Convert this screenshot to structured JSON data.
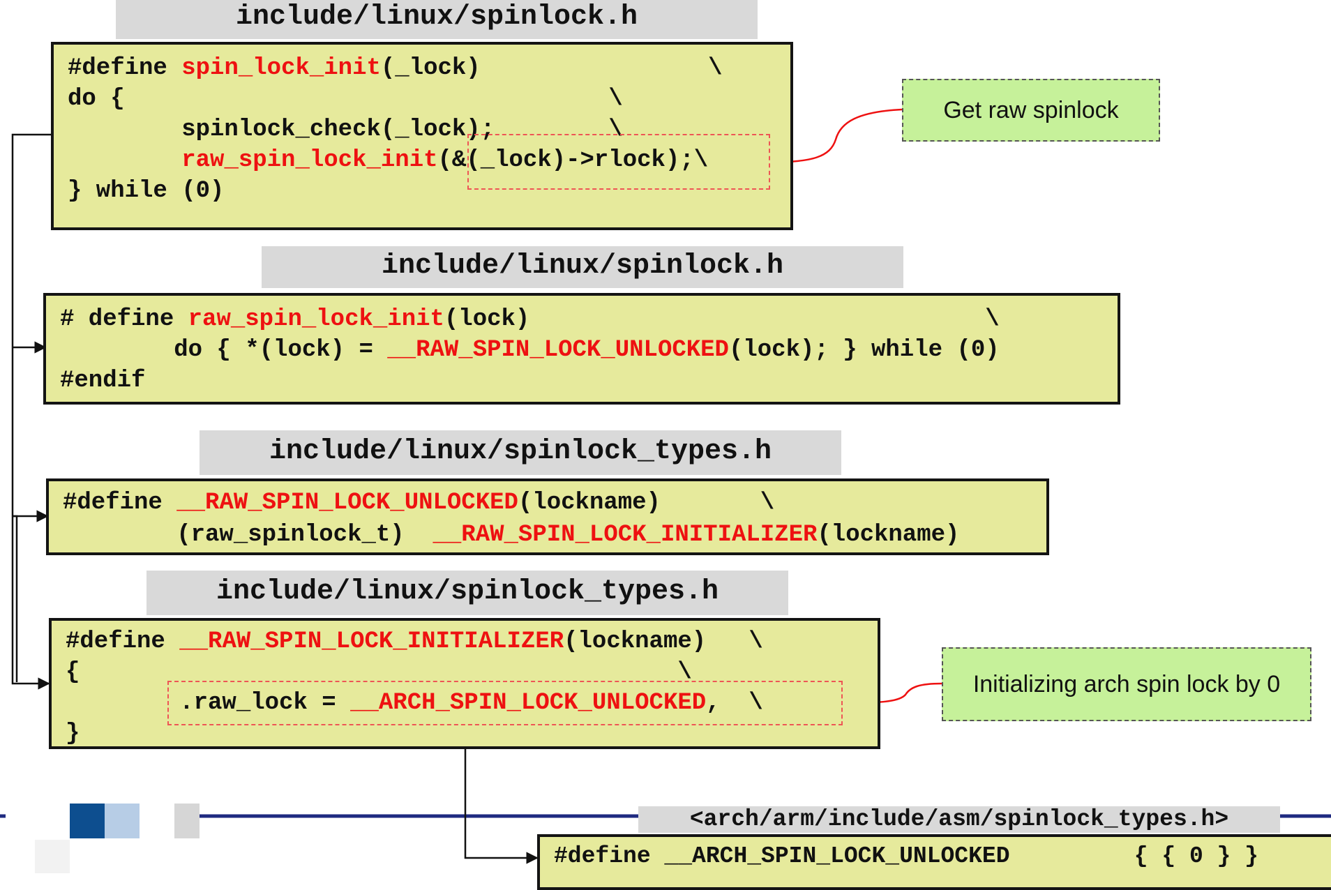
{
  "colors": {
    "box_fill": "#e6ea9c",
    "label_fill": "#d9d9d9",
    "highlight": "#ee1111",
    "note_fill": "#c6f19a",
    "slide_bar": "#1f2a80",
    "square_dark": "#0d4e8f",
    "square_light": "#b7cde6",
    "square_gray": "#d6d6d6"
  },
  "block1": {
    "file": "include/linux/spinlock.h",
    "l1": {
      "a": "#define ",
      "fn": "spin_lock_init",
      "b": "(_lock)                \\"
    },
    "l2": "do {                                  \\",
    "l3": "        spinlock_check(_lock);        \\",
    "l4": {
      "indent": "        ",
      "fn": "raw_spin_lock_init",
      "b": "(&(_lock)->rlock);\\"
    },
    "l5": "} while (0)"
  },
  "block2": {
    "file": "include/linux/spinlock.h",
    "l1": {
      "a": "# define ",
      "fn": "raw_spin_lock_init",
      "b": "(lock)                                \\"
    },
    "l2": {
      "a": "        do { *(lock) = ",
      "fn": "__RAW_SPIN_LOCK_UNLOCKED",
      "b": "(lock); } while (0)"
    },
    "l3": "#endif"
  },
  "block3": {
    "file": "include/linux/spinlock_types.h",
    "l1": {
      "a": "#define ",
      "fn": "__RAW_SPIN_LOCK_UNLOCKED",
      "b": "(lockname)       \\"
    },
    "l2": {
      "a": "        (raw_spinlock_t)  ",
      "fn": "__RAW_SPIN_LOCK_INITIALIZER",
      "b": "(lockname)"
    }
  },
  "block4": {
    "file": "include/linux/spinlock_types.h",
    "l1": {
      "a": "#define ",
      "fn": "__RAW_SPIN_LOCK_INITIALIZER",
      "b": "(lockname)   \\"
    },
    "l2": "{                                          \\",
    "l3": {
      "a": "        .raw_lock = ",
      "fn": "__ARCH_SPIN_LOCK_UNLOCKED",
      "b": ",  \\"
    },
    "l4": "}"
  },
  "block5": {
    "file": "<arch/arm/include/asm/spinlock_types.h>",
    "l1": "#define __ARCH_SPIN_LOCK_UNLOCKED         { { 0 } }"
  },
  "notes": {
    "raw": "Get raw spinlock",
    "arch": "Initializing arch spin lock by 0"
  }
}
